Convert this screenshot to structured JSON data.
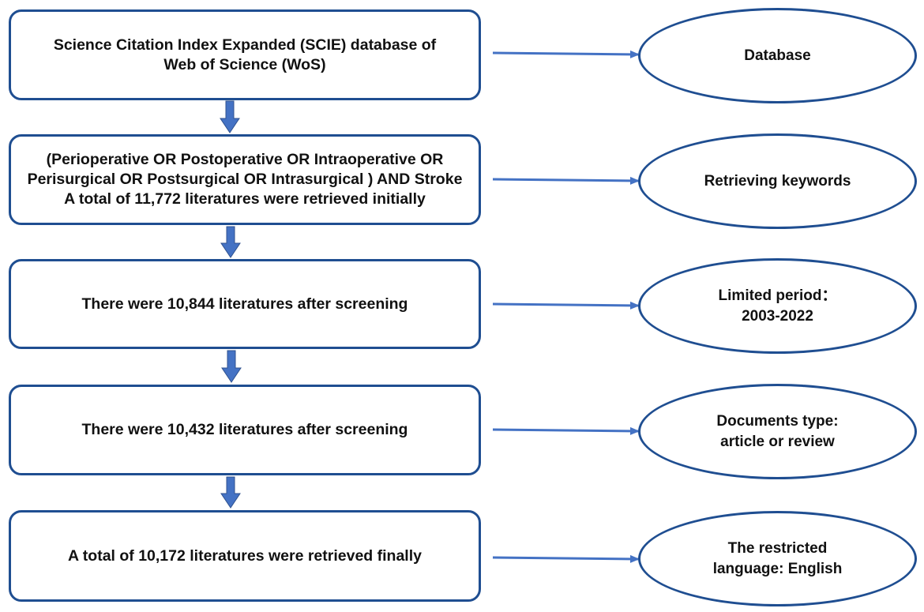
{
  "steps": [
    {
      "lines": [
        "Science Citation Index Expanded (SCIE) database of",
        "Web of Science (WoS)"
      ]
    },
    {
      "lines": [
        "(Perioperative OR Postoperative OR Intraoperative OR",
        "Perisurgical OR Postsurgical OR Intrasurgical ) AND Stroke",
        "A total of 11,772 literatures were retrieved initially"
      ]
    },
    {
      "lines": [
        "There were 10,844 literatures after screening"
      ]
    },
    {
      "lines": [
        "There were 10,432 literatures after screening"
      ]
    },
    {
      "lines": [
        "A total of 10,172 literatures were retrieved finally"
      ]
    }
  ],
  "criteria": [
    {
      "lines": [
        "Database"
      ]
    },
    {
      "lines": [
        "Retrieving keywords"
      ]
    },
    {
      "lines": [
        "Limited period：",
        "2003-2022"
      ]
    },
    {
      "lines": [
        "Documents type:",
        "article or review"
      ]
    },
    {
      "lines": [
        "The restricted",
        "language: English"
      ]
    }
  ],
  "colors": {
    "border": "#1f4e91",
    "arrow": "#4472c4",
    "text": "#111111"
  }
}
